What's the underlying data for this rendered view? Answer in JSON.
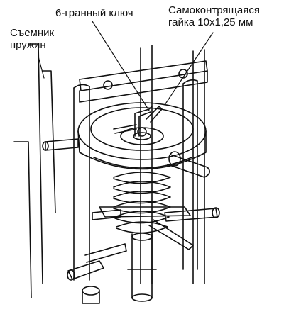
{
  "labels": {
    "spring_puller": [
      "Съемник",
      "пружин"
    ],
    "hex_key": "6-гранный ключ",
    "lock_nut": [
      "Самоконтрящаяся",
      "гайка 10x1,25 мм"
    ]
  },
  "colors": {
    "ink": "#111111",
    "paper": "#ffffff"
  }
}
